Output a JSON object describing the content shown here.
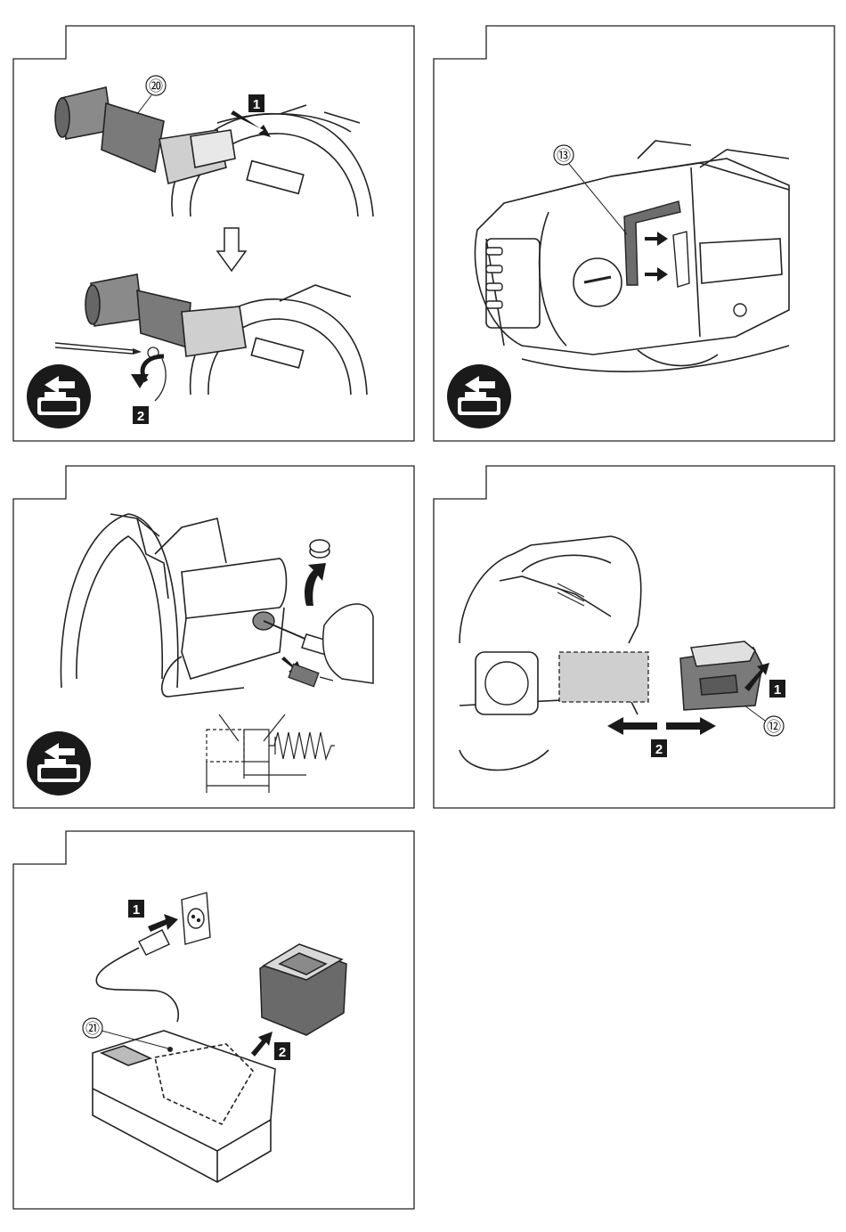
{
  "panels": [
    {
      "callouts": [
        "⑳"
      ],
      "steps": [
        "1",
        "2"
      ]
    },
    {
      "callouts": [
        "⑬"
      ],
      "steps": []
    },
    {
      "callouts": [],
      "steps": []
    },
    {
      "callouts": [
        "⑫"
      ],
      "steps": [
        "1",
        "2"
      ]
    },
    {
      "callouts": [
        "㉑"
      ],
      "steps": [
        "1",
        "2"
      ]
    }
  ],
  "icons": {
    "battery_remove": "battery-remove-icon"
  },
  "colors": {
    "line": "#1a1a1a",
    "step_box": "#1a1a1a",
    "fill_gray": "#d9d9d9",
    "fill_dark": "#555555"
  }
}
